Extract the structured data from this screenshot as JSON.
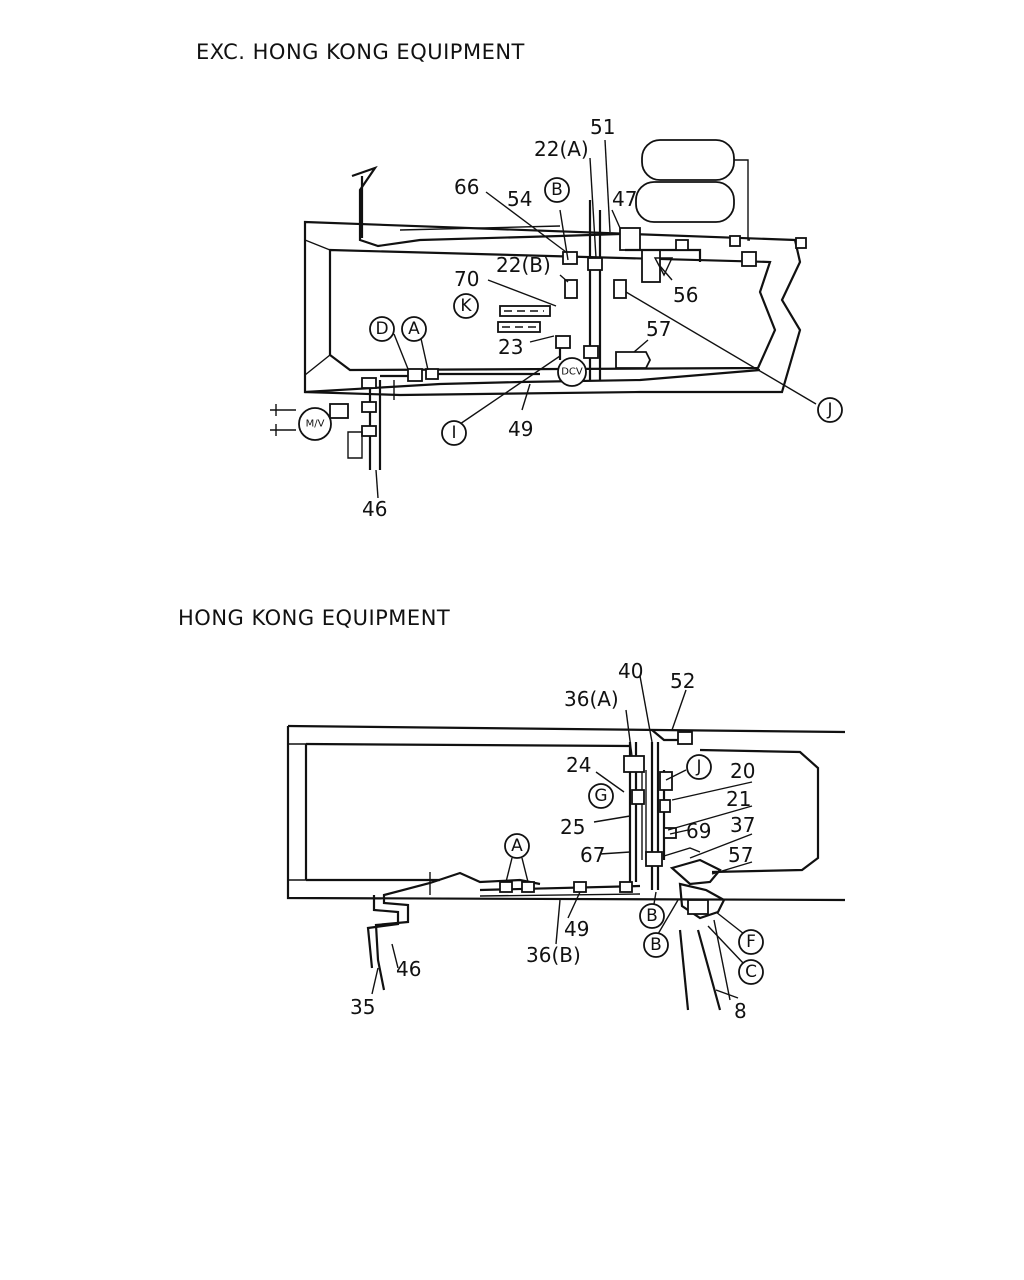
{
  "titles": {
    "top": "EXC. HONG KONG EQUIPMENT",
    "bottom": "HONG KONG EQUIPMENT"
  },
  "top_diagram": {
    "part_numbers": {
      "p51": "51",
      "p22a": "22(A)",
      "p66": "66",
      "p54": "54",
      "p47": "47",
      "p22b": "22(B)",
      "p70": "70",
      "p56": "56",
      "p57": "57",
      "p23": "23",
      "p49": "49",
      "p46": "46"
    },
    "callouts": {
      "b": "B",
      "k": "K",
      "d": "D",
      "a": "A",
      "i": "I",
      "j": "J"
    },
    "component_labels": {
      "dcv": "DCV",
      "mv": "M/V"
    }
  },
  "bottom_diagram": {
    "part_numbers": {
      "p40": "40",
      "p52": "52",
      "p36a": "36(A)",
      "p24": "24",
      "p20": "20",
      "p21": "21",
      "p25": "25",
      "p69": "69",
      "p37": "37",
      "p67": "67",
      "p57": "57",
      "p49": "49",
      "p36b": "36(B)",
      "p46": "46",
      "p35": "35",
      "p8": "8"
    },
    "callouts": {
      "j": "J",
      "g": "G",
      "a": "A",
      "b1": "B",
      "b2": "B",
      "f": "F",
      "c": "C"
    }
  }
}
